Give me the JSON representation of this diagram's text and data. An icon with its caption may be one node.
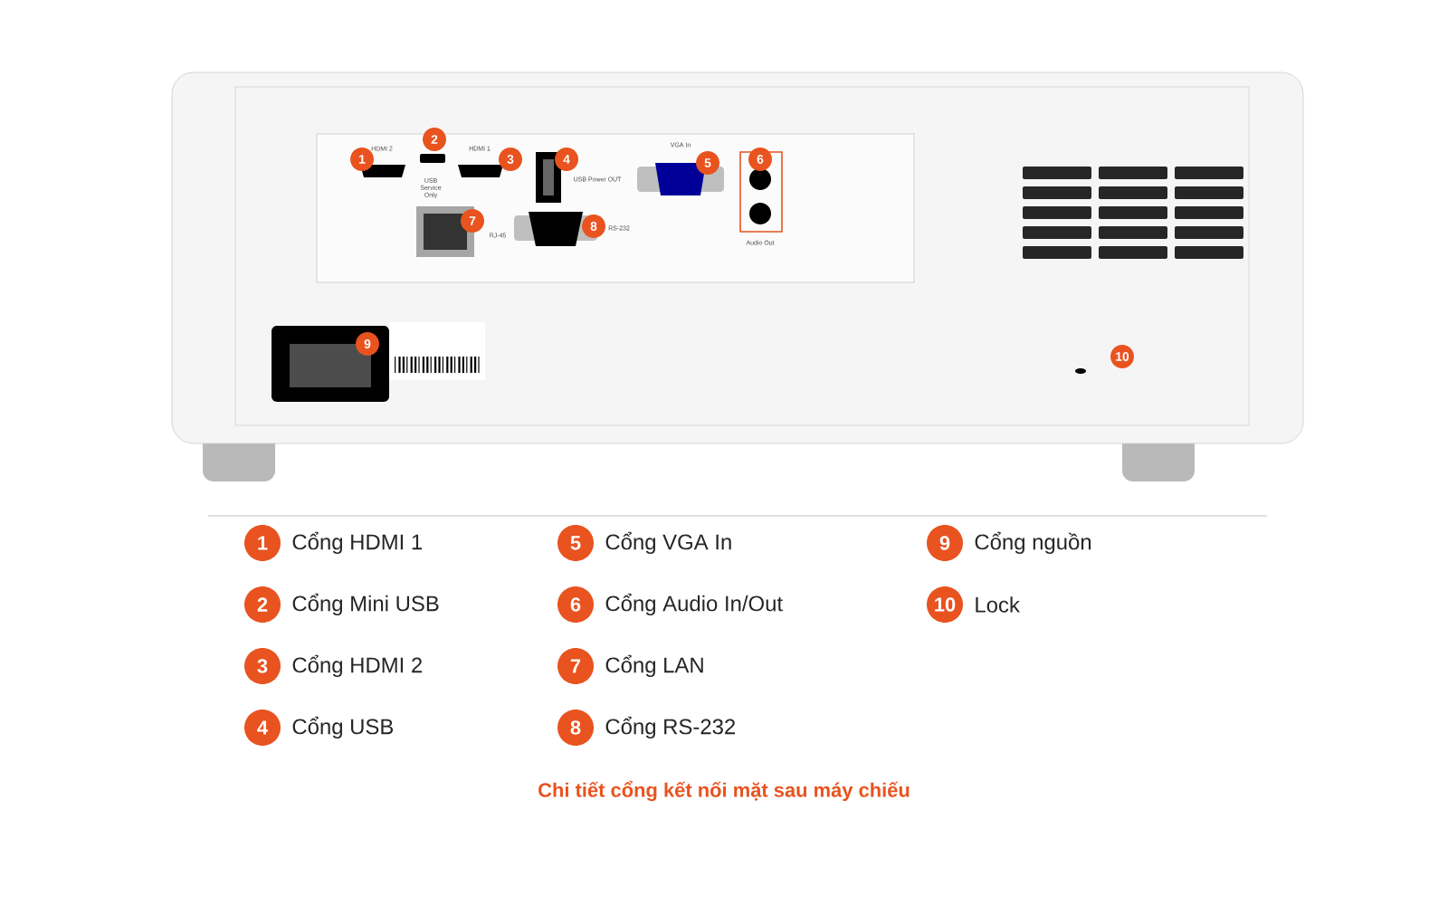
{
  "diagram": {
    "caption": "Chi tiết cổng kết nối mặt sau máy chiếu",
    "labels": [
      "2",
      "HDMI 2",
      "HDMI 1",
      "VGA In",
      "1",
      "3",
      "4",
      "5",
      "6",
      "USB Service Only",
      "USB Power OUT",
      "7",
      "8",
      "RJ-45",
      "RS-232",
      "Audio Out",
      "9",
      "10",
      "1",
      "Cổng HDMI 1",
      "5",
      "Cổng VGA In",
      "9",
      "Cổng nguồn",
      "2",
      "Cổng Mini USB",
      "6",
      "Cổng Audio In/Out",
      "10",
      "Lock",
      "3",
      "Cổng HDMI 2",
      "7",
      "Cổng LAN",
      "4",
      "Cổng USB",
      "8",
      "Cổng RS-232"
    ]
  }
}
